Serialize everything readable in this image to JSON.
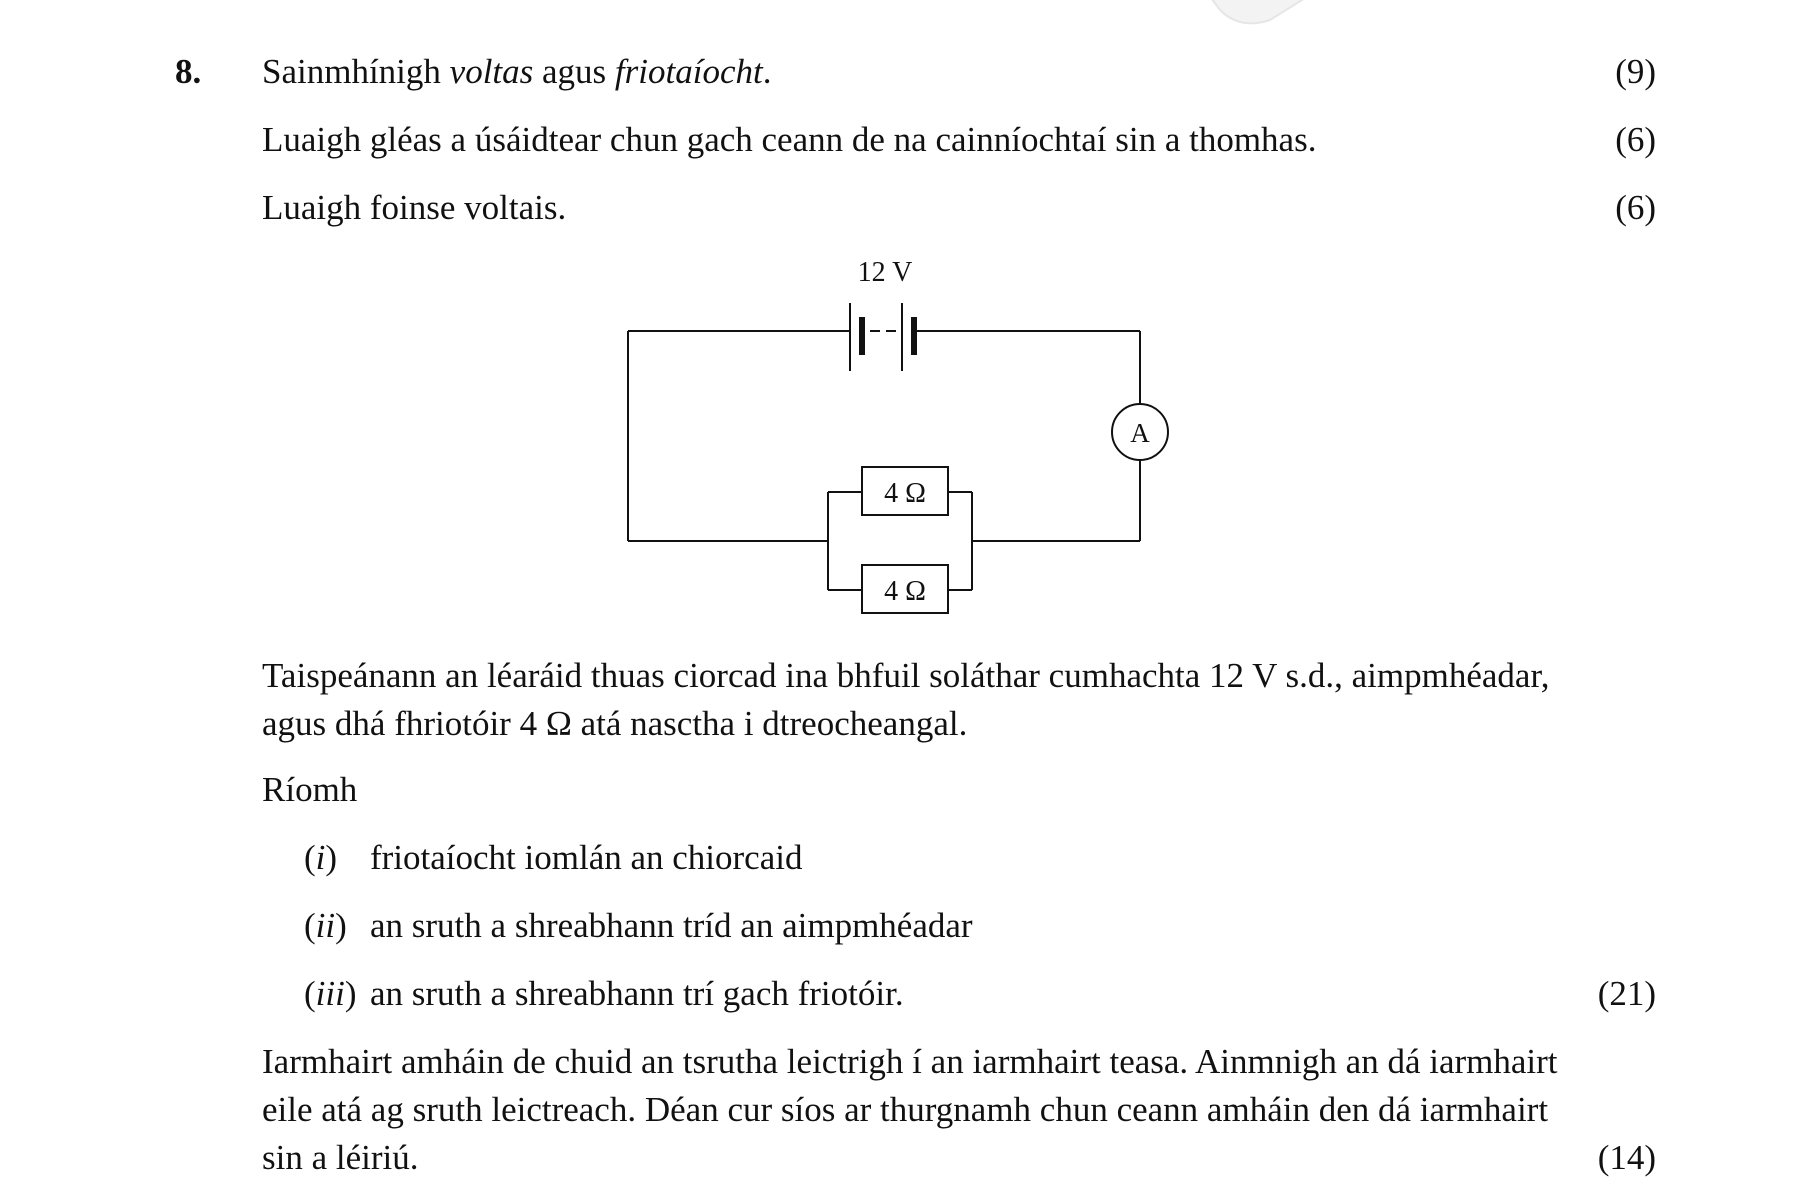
{
  "question": {
    "number": "8.",
    "line1": {
      "word1": "Sainmhínigh",
      "term1": "voltas",
      "word2": "agus",
      "term2": "friotaíocht",
      "end": ".",
      "marks": "(9)"
    },
    "line2": {
      "text": "Luaigh gléas a úsáidtear chun gach ceann de na cainníochtaí sin a thomhas.",
      "marks": "(6)"
    },
    "line3": {
      "text": "Luaigh foinse voltais.",
      "marks": "(6)"
    },
    "circuit": {
      "battery_label": "12 V",
      "ammeter_label": "A",
      "resistor_top_label": "4 Ω",
      "resistor_bottom_label": "4 Ω"
    },
    "description": {
      "line1": "Taispeánann an léaráid thuas ciorcad ina bhfuil soláthar cumhachta 12 V s.d., aimpmhéadar,",
      "line2": "agus dhá fhriotóir 4 Ω atá nasctha i dtreocheangal."
    },
    "calculate": "Ríomh",
    "parts": [
      {
        "open": "(",
        "roman": "i",
        "close": ")",
        "text": "friotaíocht iomlán an chiorcaid"
      },
      {
        "open": "(",
        "roman": "ii",
        "close": ")",
        "text": "an sruth a shreabhann tríd an aimpmhéadar"
      },
      {
        "open": "(",
        "roman": "iii",
        "close": ")",
        "text": "an sruth a shreabhann trí gach friotóir.",
        "marks": "(21)"
      }
    ],
    "final": {
      "line1": "Iarmhairt amháin de chuid an tsrutha leictrigh í an iarmhairt teasa. Ainmnigh an dá iarmhairt",
      "line2": "eile atá ag sruth leictreach. Déan cur síos ar thurgnamh chun ceann amháin den dá iarmhairt",
      "line3": "sin a léiriú.",
      "marks": "(14)"
    }
  }
}
